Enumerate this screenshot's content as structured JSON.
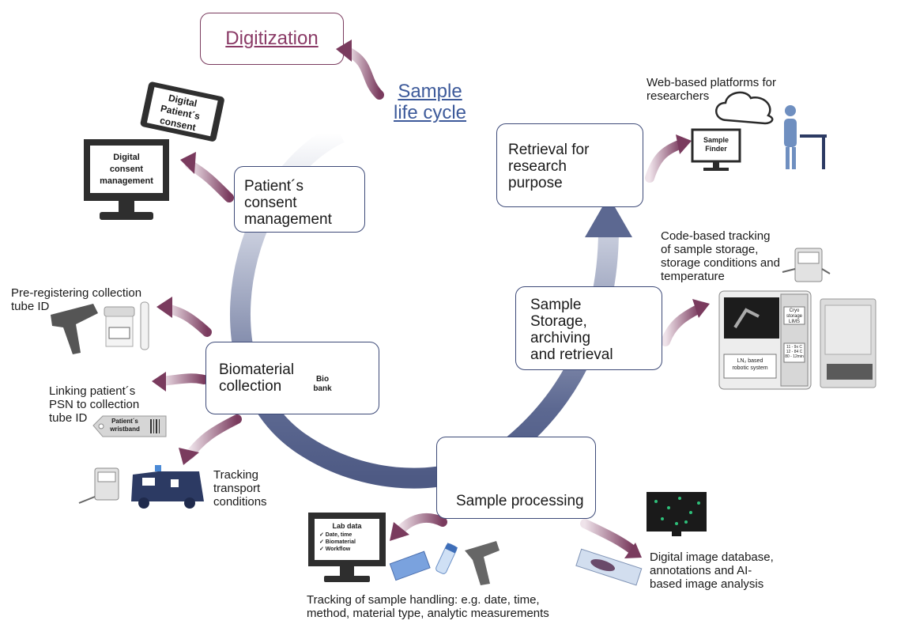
{
  "title": "Digitization",
  "cycle_label": "Sample\nlife cycle",
  "stages": {
    "consent": "Patient´s\nconsent\nmanagement",
    "biomaterial": "Biomaterial\ncollection",
    "processing": "Sample processing",
    "storage": "Sample\nStorage,\narchiving\nand retrieval",
    "retrieval": "Retrieval for\nresearch\npurpose"
  },
  "labels": {
    "tablet": "Digital\nPatient´s\nconsent",
    "monitor": "Digital\nconsent\nmanagement",
    "preregister": "Pre-registering collection\ntube ID",
    "linking": "Linking patient´s\nPSN to collection\ntube ID",
    "wristband": "Patient´s\nwristband",
    "transport": "Tracking\ntransport\nconditions",
    "biobank": "Bio\nbank",
    "lab_screen_title": "Lab data",
    "lab_screen_items": "✓ Date, time\n✓ Biomaterial\n✓ Workflow",
    "handling": "Tracking of sample handling: e.g. date, time,\nmethod, material type, analytic measurements",
    "image_db": "Digital image database,\nannotations and AI-\nbased image analysis",
    "code_tracking": "Code-based tracking\nof sample storage,\nstorage conditions and\ntemperature",
    "cryo": "Cryo\nstorage\nLIMS",
    "readout": "11 - 9x C\n12 - 84 C\n80 - 12min",
    "ln2": "LN₂ based\nrobotic system",
    "web": "Web-based platforms for\nresearchers",
    "finder": "Sample\nFinder"
  },
  "colors": {
    "box_border": "#3d4a78",
    "accent_title": "#8a3a66",
    "cycle_text": "#3d5a9a",
    "arrow_wavy": "#7a3b5e",
    "cycle_arrow": "#5a6690"
  }
}
